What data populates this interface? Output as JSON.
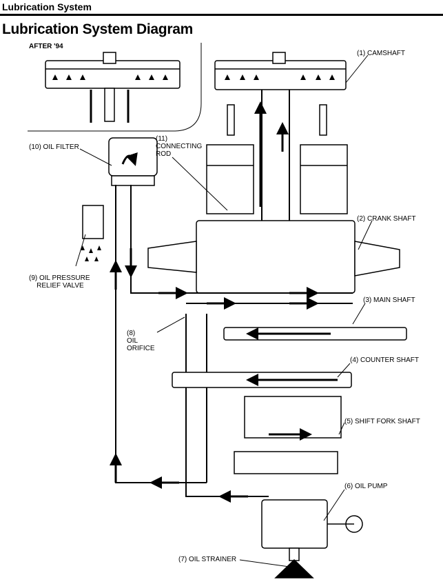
{
  "header": {
    "section": "Lubrication System"
  },
  "title": "Lubrication System Diagram",
  "inset": {
    "label": "AFTER '94"
  },
  "callouts": {
    "camshaft": "(1) CAMSHAFT",
    "crank_shaft": "(2) CRANK SHAFT",
    "main_shaft": "(3) MAIN SHAFT",
    "counter_shaft": "(4) COUNTER SHAFT",
    "shift_fork_shaft": "(5) SHIFT FORK SHAFT",
    "oil_pump": "(6) OIL PUMP",
    "oil_strainer": "(7) OIL STRAINER",
    "oil_orifice": "(8)\nOIL\nORIFICE",
    "relief_valve": "(9) OIL PRESSURE\n    RELIEF VALVE",
    "oil_filter": "(10) OIL FILTER",
    "connecting_rod": "(11)\nCONNECTING\nROD"
  }
}
